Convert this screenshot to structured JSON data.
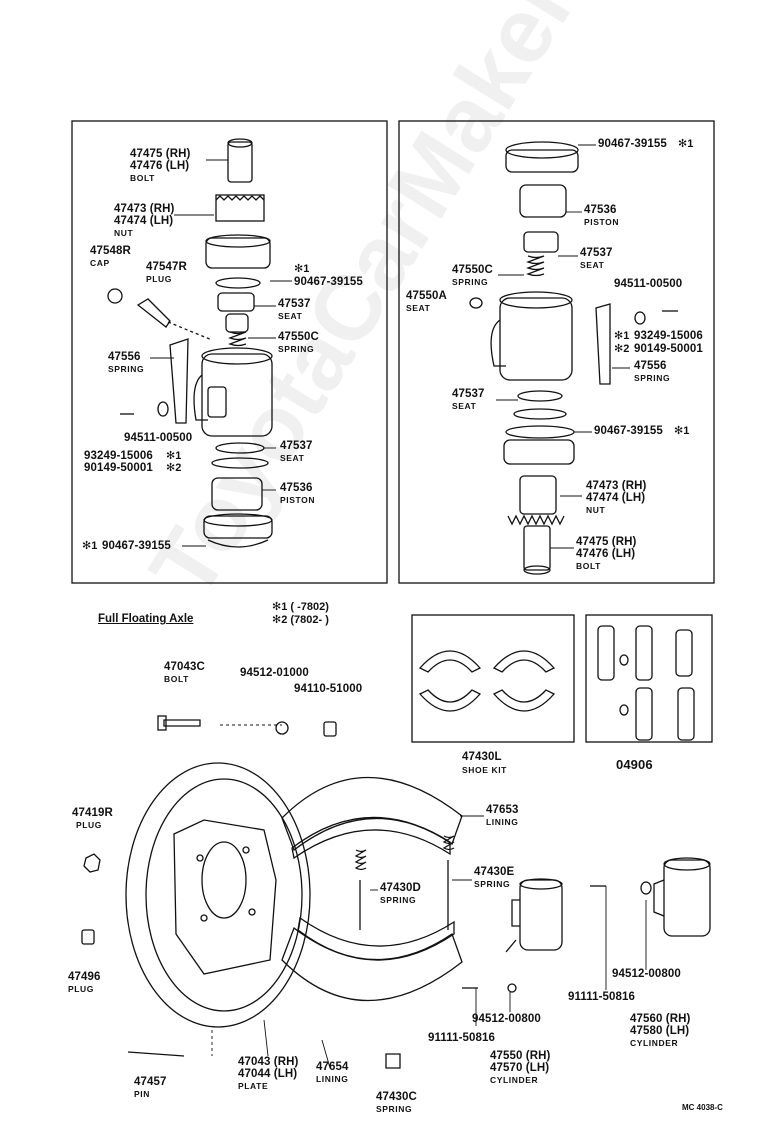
{
  "watermark": "ToyotaCarMaker.ru",
  "left_box": {
    "bolt": {
      "pn1": "47475 (RH)",
      "pn2": "47476 (LH)",
      "name": "BOLT"
    },
    "nut": {
      "pn1": "47473 (RH)",
      "pn2": "47474 (LH)",
      "name": "NUT"
    },
    "cap": {
      "pn": "47548R",
      "name": "CAP"
    },
    "plug": {
      "pn": "47547R",
      "name": "PLUG"
    },
    "cup_top": {
      "mark": "✻1",
      "pn": "90467-39155"
    },
    "seat_top": {
      "pn": "47537",
      "name": "SEAT"
    },
    "spring_c": {
      "pn": "47550C",
      "name": "SPRING"
    },
    "spring": {
      "pn": "47556",
      "name": "SPRING"
    },
    "clip": {
      "pn": "94511-00500"
    },
    "screw1": {
      "pn": "93249-15006",
      "mark": "✻1"
    },
    "screw2": {
      "pn": "90149-50001",
      "mark": "✻2"
    },
    "seat_bottom": {
      "pn": "47537",
      "name": "SEAT"
    },
    "piston": {
      "pn": "47536",
      "name": "PISTON"
    },
    "cup_bottom": {
      "mark": "✻1",
      "pn": "90467-39155"
    }
  },
  "right_box": {
    "cup_top": {
      "pn": "90467-39155",
      "mark": "✻1"
    },
    "piston": {
      "pn": "47536",
      "name": "PISTON"
    },
    "seat_top": {
      "pn": "47537",
      "name": "SEAT"
    },
    "spring_c": {
      "pn": "47550C",
      "name": "SPRING"
    },
    "seat_a": {
      "pn": "47550A",
      "name": "SEAT"
    },
    "clip": {
      "pn": "94511-00500"
    },
    "screw1": {
      "mark": "✻1",
      "pn": "93249-15006"
    },
    "screw2": {
      "mark": "✻2",
      "pn": "90149-50001"
    },
    "spring": {
      "pn": "47556",
      "name": "SPRING"
    },
    "seat_bottom": {
      "pn": "47537",
      "name": "SEAT"
    },
    "cup_bottom": {
      "pn": "90467-39155",
      "mark": "✻1"
    },
    "nut": {
      "pn1": "47473 (RH)",
      "pn2": "47474 (LH)",
      "name": "NUT"
    },
    "bolt": {
      "pn1": "47475 (RH)",
      "pn2": "47476 (LH)",
      "name": "BOLT"
    }
  },
  "full_floating": "Full Floating Axle",
  "notes": {
    "n1": "✻1 (        -7802)",
    "n2": "✻2 (7802-        )"
  },
  "shoe_kit": {
    "pn": "47430L",
    "name": "SHOE KIT"
  },
  "repair_kit": {
    "pn": "04906"
  },
  "lower": {
    "bolt": {
      "pn": "47043C",
      "name": "BOLT"
    },
    "washer": {
      "pn": "94512-01000"
    },
    "nut": {
      "pn": "94110-51000"
    },
    "plug_r": {
      "pn": "47419R",
      "name": "PLUG"
    },
    "plug": {
      "pn": "47496",
      "name": "PLUG"
    },
    "pin": {
      "pn": "47457",
      "name": "PIN"
    },
    "plate": {
      "pn1": "47043 (RH)",
      "pn2": "47044 (LH)",
      "name": "PLATE"
    },
    "lining_bottom": {
      "pn": "47654",
      "name": "LINING"
    },
    "spring_c": {
      "pn": "47430C",
      "name": "SPRING"
    },
    "lining_top": {
      "pn": "47653",
      "name": "LINING"
    },
    "spring_d": {
      "pn": "47430D",
      "name": "SPRING"
    },
    "spring_e": {
      "pn": "47430E",
      "name": "SPRING"
    },
    "screw_a": {
      "pn": "91111-50816"
    },
    "washer_a": {
      "pn": "94512-00800"
    },
    "cyl_front": {
      "pn1": "47550 (RH)",
      "pn2": "47570 (LH)",
      "name": "CYLINDER"
    },
    "washer_b": {
      "pn": "94512-00800"
    },
    "screw_b": {
      "pn": "91111-50816"
    },
    "cyl_rear": {
      "pn1": "47560 (RH)",
      "pn2": "47580 (LH)",
      "name": "CYLINDER"
    }
  },
  "code": "MC 4038-C"
}
